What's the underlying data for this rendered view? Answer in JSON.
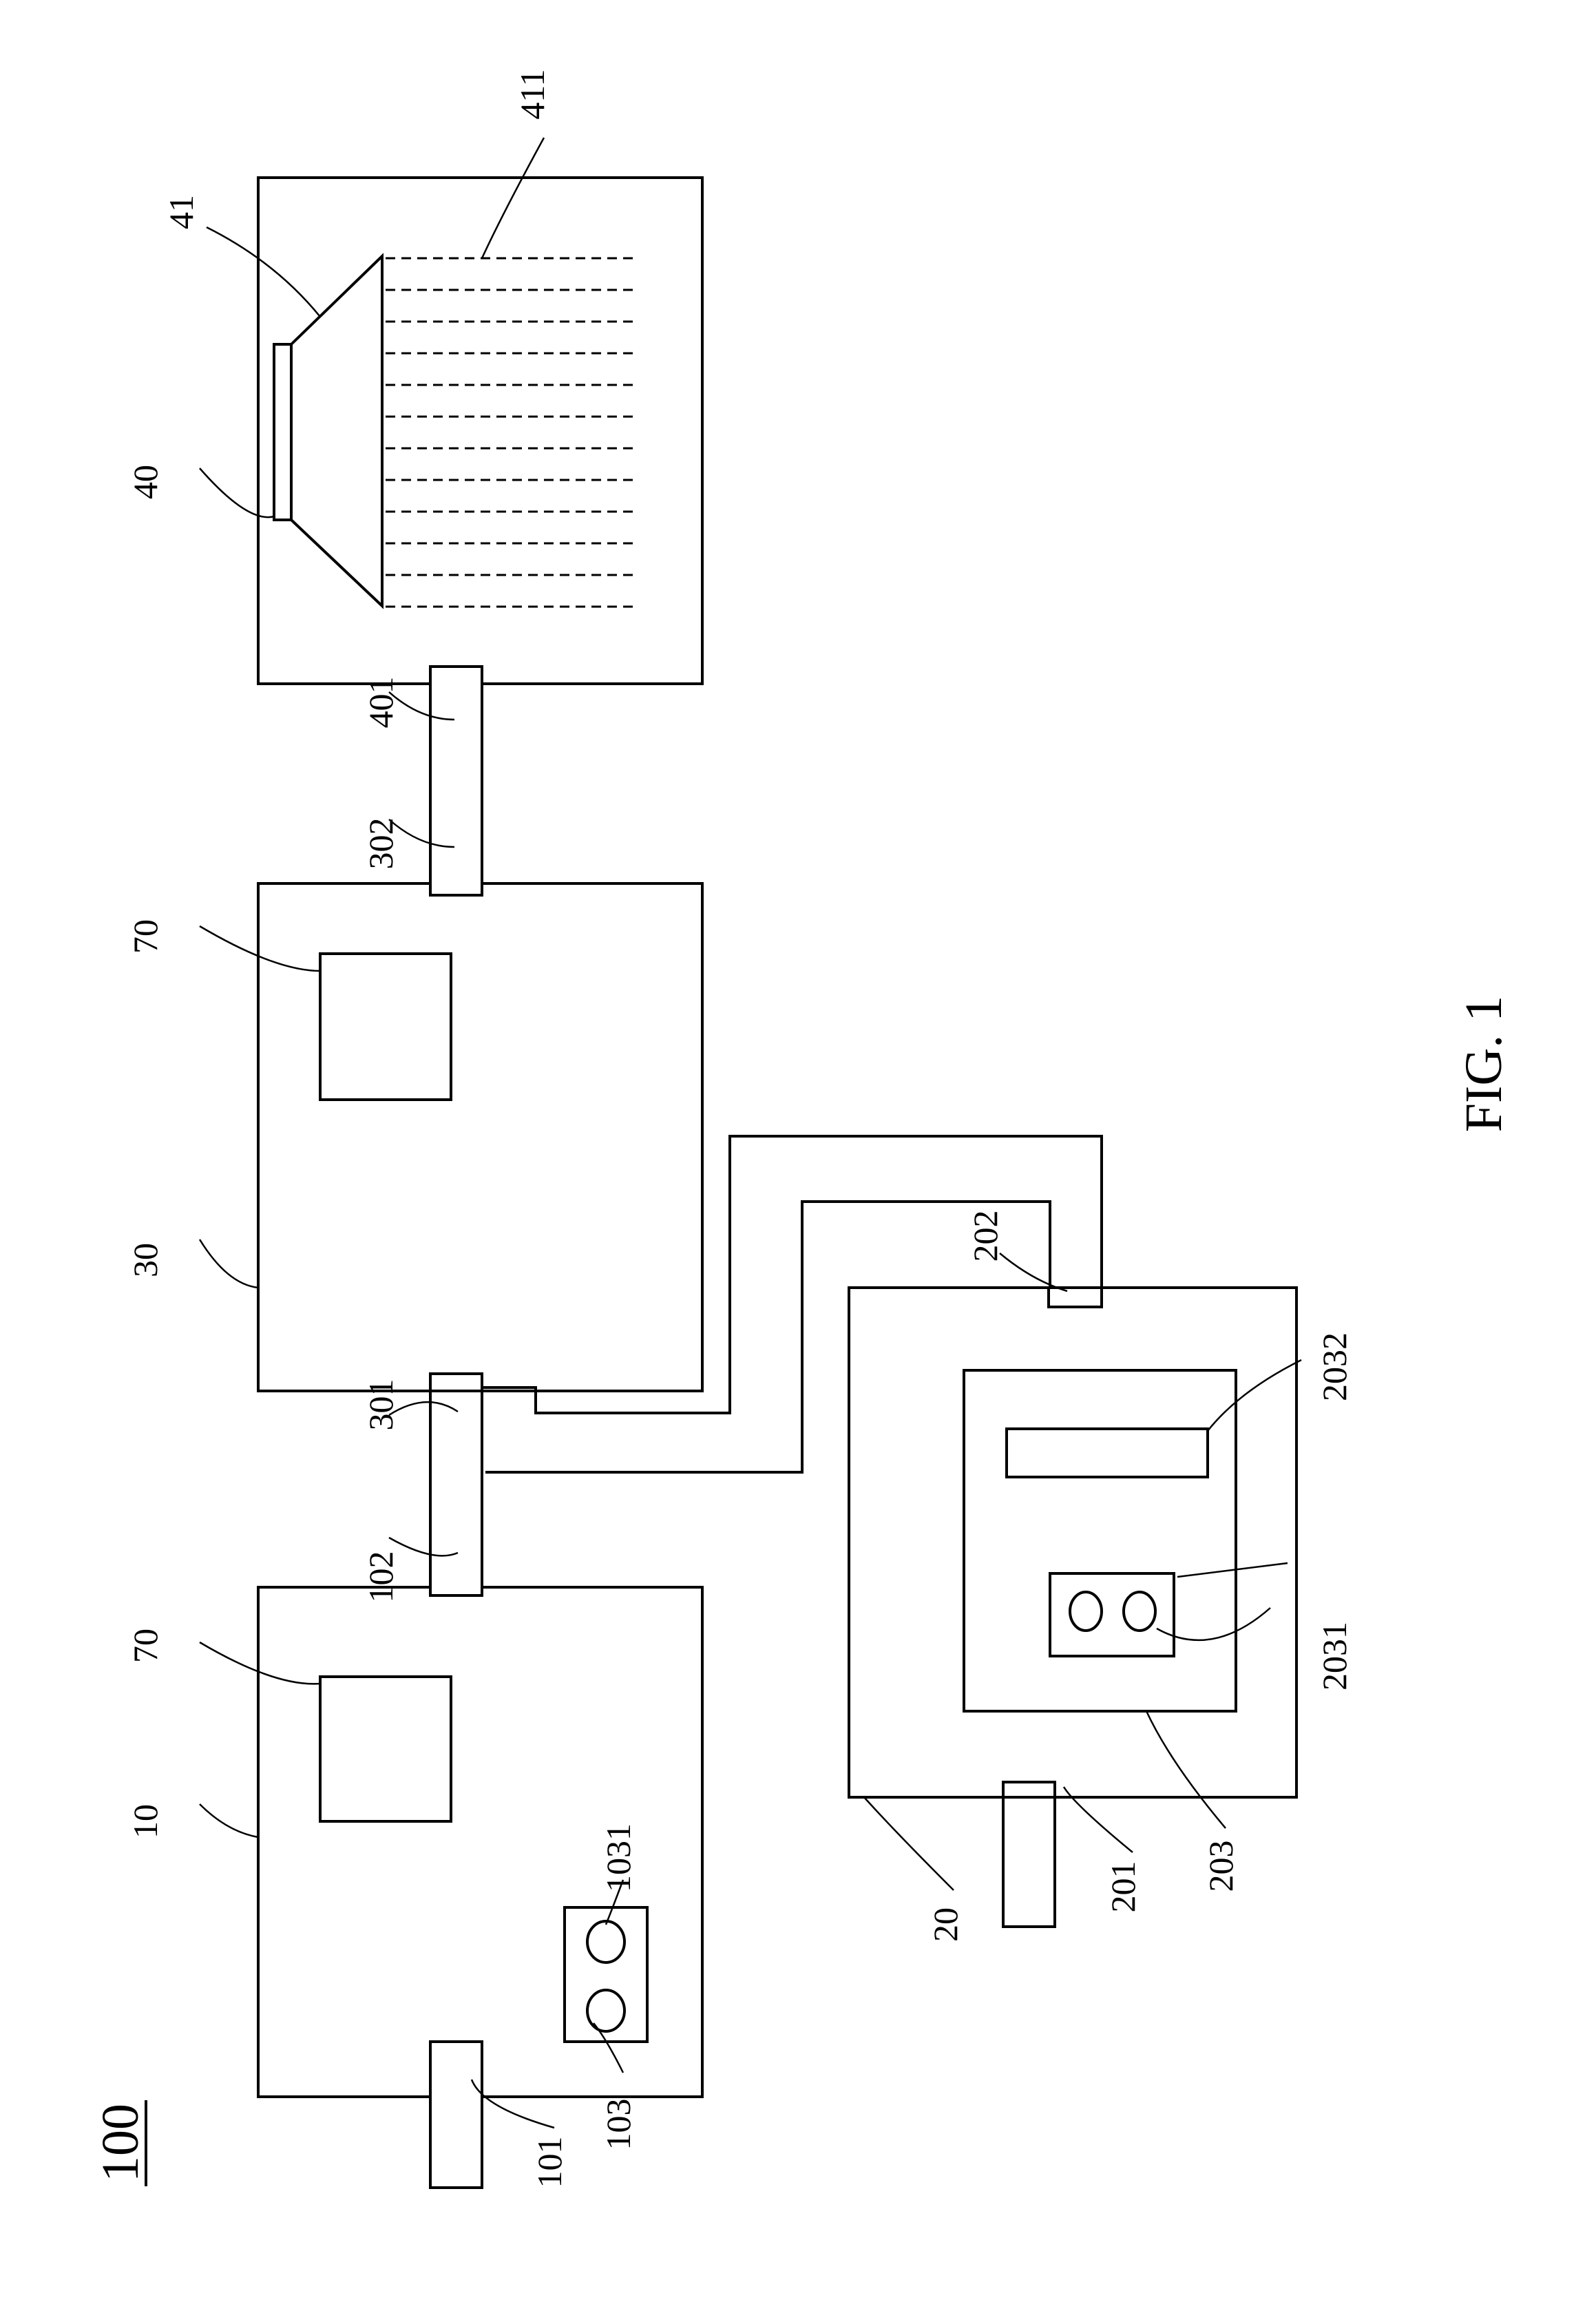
{
  "figure": {
    "number": "100",
    "caption": "FIG. 1"
  },
  "labels": {
    "l10": "10",
    "l20": "20",
    "l30": "30",
    "l40": "40",
    "l41": "41",
    "l411": "411",
    "l70a": "70",
    "l70b": "70",
    "l101": "101",
    "l102": "102",
    "l103": "103",
    "l1031": "1031",
    "l201": "201",
    "l202": "202",
    "l203": "203",
    "l2031": "2031",
    "l2032": "2032",
    "l301": "301",
    "l302": "302",
    "l401": "401"
  }
}
